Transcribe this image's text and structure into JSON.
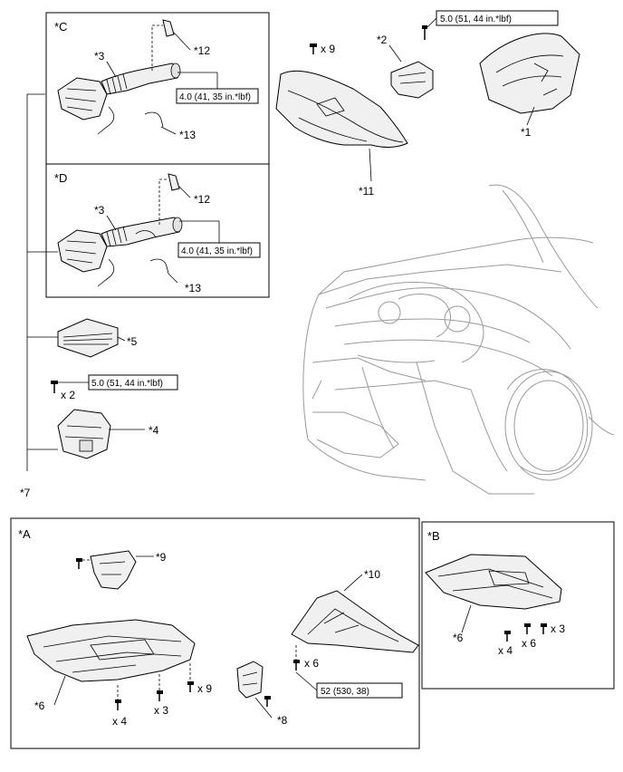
{
  "labels": {
    "p1": "*1",
    "p2": "*2",
    "p3_c": "*3",
    "p3_d": "*3",
    "p4": "*4",
    "p5": "*5",
    "p6_a": "*6",
    "p6_b": "*6",
    "p7": "*7",
    "p8": "*8",
    "p9_a": "*9",
    "p10": "*10",
    "p11": "*11",
    "p12_c": "*12",
    "p12_d": "*12",
    "p13_c": "*13",
    "p13_d": "*13"
  },
  "boxes": {
    "c": "*C",
    "d": "*D",
    "a": "*A",
    "b": "*B"
  },
  "torques": {
    "cover_bolt": "5.0 (51, 44 in.*lbf)",
    "inlet_c": "4.0 (41, 35 in.*lbf)",
    "inlet_d": "4.0 (41, 35 in.*lbf)",
    "case_bolt": "5.0 (51, 44 in.*lbf)",
    "cover10_bolt": "52 (530, 38)"
  },
  "quantities": {
    "clip_11": "x 9",
    "case_bolt": "x 2",
    "a_q4": "x 4",
    "a_q3": "x 3",
    "a_q9": "x 9",
    "p10_q6": "x 6",
    "b_q4": "x 4",
    "b_q6": "x 6",
    "b_q3": "x 3"
  }
}
